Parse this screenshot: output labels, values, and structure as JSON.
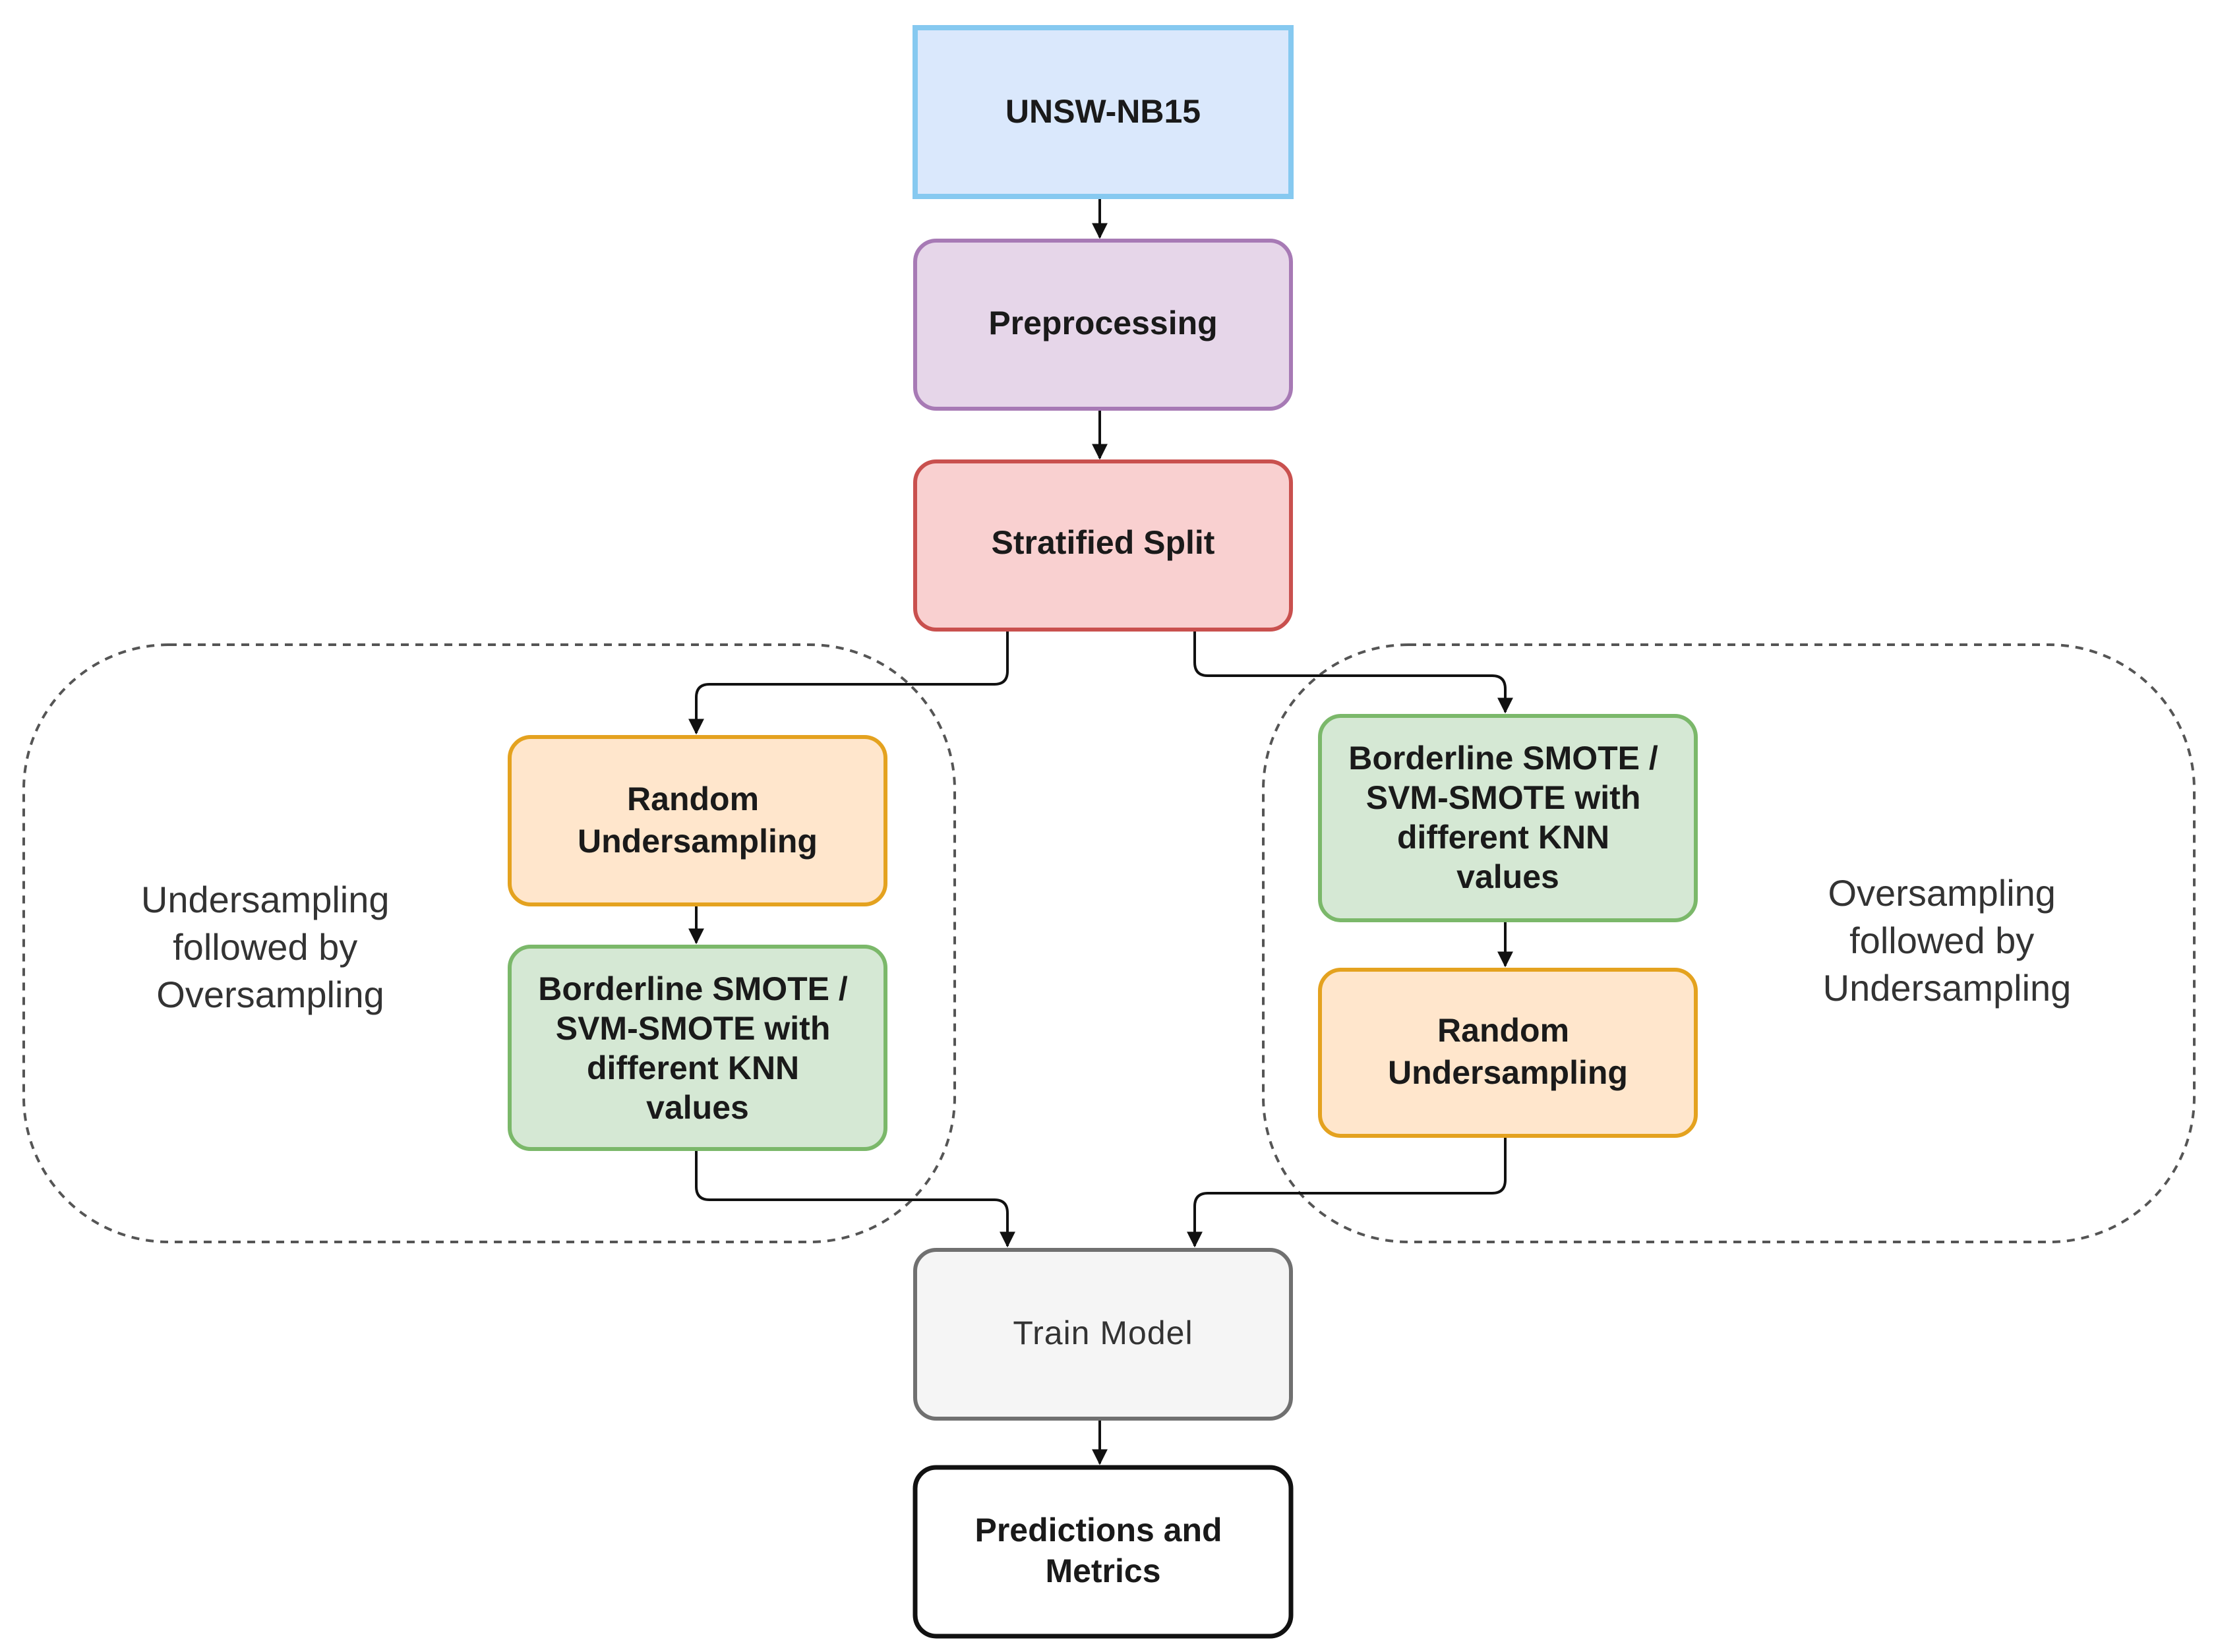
{
  "nodes": {
    "dataset": "UNSW-NB15",
    "preprocessing": "Preprocessing",
    "split": "Stratified Split",
    "left_random_under": [
      "Random",
      "Undersampling"
    ],
    "left_smote": [
      "Borderline SMOTE /",
      "SVM-SMOTE with",
      "different KNN",
      "values"
    ],
    "right_smote": [
      "Borderline SMOTE /",
      "SVM-SMOTE with",
      "different KNN",
      "values"
    ],
    "right_random_under": [
      "Random",
      "Undersampling"
    ],
    "train": "Train Model",
    "predictions": [
      "Predictions and",
      "Metrics"
    ]
  },
  "groups": {
    "left": [
      "Undersampling",
      "followed by",
      "Oversampling"
    ],
    "right": [
      "Oversampling",
      "followed by",
      "Undersampling"
    ]
  },
  "colors": {
    "dataset_fill": "#dae8fc",
    "dataset_stroke": "#86c9f0",
    "prep_fill": "#e6d6e9",
    "prep_stroke": "#a77ab5",
    "split_fill": "#f9d0d0",
    "split_stroke": "#c9504e",
    "orange_fill": "#ffe6cc",
    "orange_stroke": "#e4a21f",
    "green_fill": "#d5e8d4",
    "green_stroke": "#7bb86a",
    "train_fill": "#f5f5f5",
    "train_stroke": "#707070",
    "pred_fill": "#ffffff",
    "pred_stroke": "#111111"
  }
}
